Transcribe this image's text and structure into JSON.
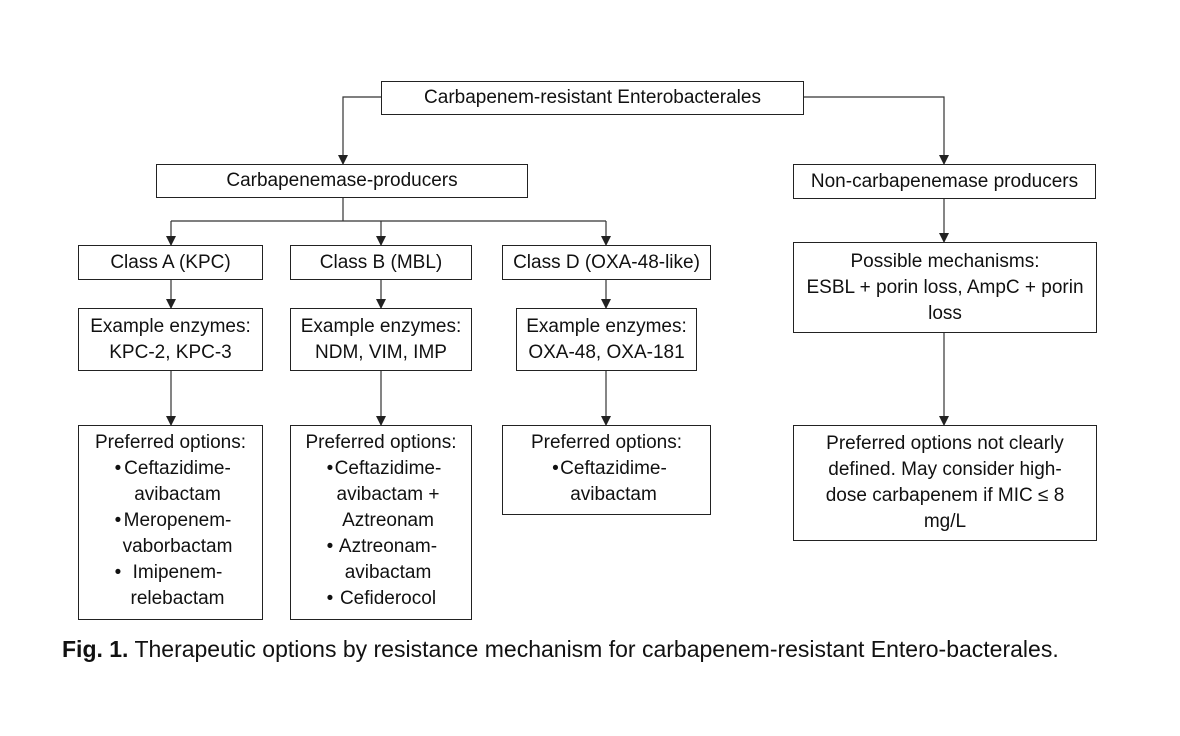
{
  "nodes": {
    "root": "Carbapenem-resistant Enterobacterales",
    "carbapenemase": "Carbapenemase-producers",
    "non_carbapenemase": "Non-carbapenemase producers",
    "class_a": "Class A (KPC)",
    "class_b": "Class B (MBL)",
    "class_d": "Class D (OXA-48-like)",
    "enzymes_a": "Example enzymes:\nKPC-2, KPC-3",
    "enzymes_b": "Example enzymes:\nNDM, VIM, IMP",
    "enzymes_d": "Example enzymes:\nOXA-48, OXA-181",
    "mechanisms": "Possible mechanisms:\nESBL + porin loss, AmpC + porin\nloss",
    "options_a": {
      "title": "Preferred options:",
      "items": [
        "Ceftazidime-\navibactam",
        "Meropenem-\nvaborbactam",
        "Imipenem-\nrelebactam"
      ]
    },
    "options_b": {
      "title": "Preferred options:",
      "items": [
        "Ceftazidime-\navibactam +\nAztreonam",
        "Aztreonam-\navibactam",
        "Cefiderocol"
      ]
    },
    "options_d": {
      "title": "Preferred options:",
      "items": [
        "Ceftazidime-\navibactam"
      ]
    },
    "options_non": "Preferred options not clearly\ndefined. May consider high-\ndose carbapenem if MIC ≤ 8\nmg/L"
  },
  "caption": {
    "label": "Fig. 1.",
    "text": "Therapeutic options by resistance mechanism for carbapenem-resistant Entero-bacterales."
  }
}
